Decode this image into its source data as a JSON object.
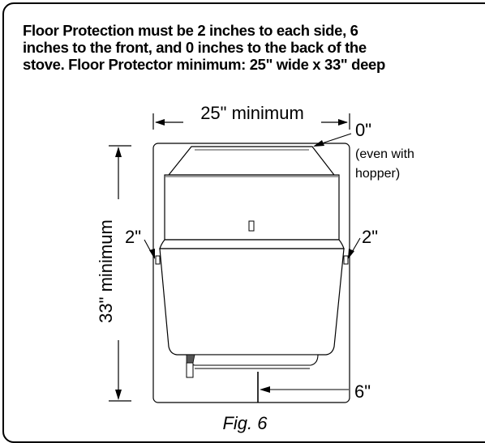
{
  "heading": {
    "line1": "Floor Protection must be 2 inches to each side, 6",
    "line2": "inches to the front, and 0 inches to the back of the",
    "line3": "stove. Floor Protector minimum: 25\" wide x 33\" deep"
  },
  "labels": {
    "width": "25\" minimum",
    "depth": "33\" minimum",
    "back_clearance": "0\"",
    "back_note_line1": "(even with",
    "back_note_line2": "hopper)",
    "left_side": "2\"",
    "right_side": "2\"",
    "front": "6\"",
    "caption": "Fig. 6"
  }
}
